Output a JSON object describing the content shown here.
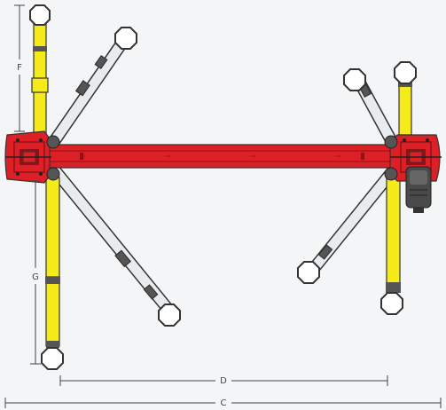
{
  "dimensions": {
    "c": "C",
    "d": "D",
    "f": "F",
    "g": "G"
  },
  "colors": {
    "background": "#f3f5f7",
    "frame_red": "#dd1f26",
    "frame_dark_red": "#8e1216",
    "arm_yellow": "#f5ea1a",
    "arm_outline": "#333333",
    "outrigger_gray": "#e9ecef",
    "joint_gray": "#555555",
    "motor_gray": "#4a4a4a",
    "dim_line": "#444444"
  },
  "icons": {
    "wheel_pad": "octagon-pad-icon",
    "motor": "motor-unit-icon"
  }
}
